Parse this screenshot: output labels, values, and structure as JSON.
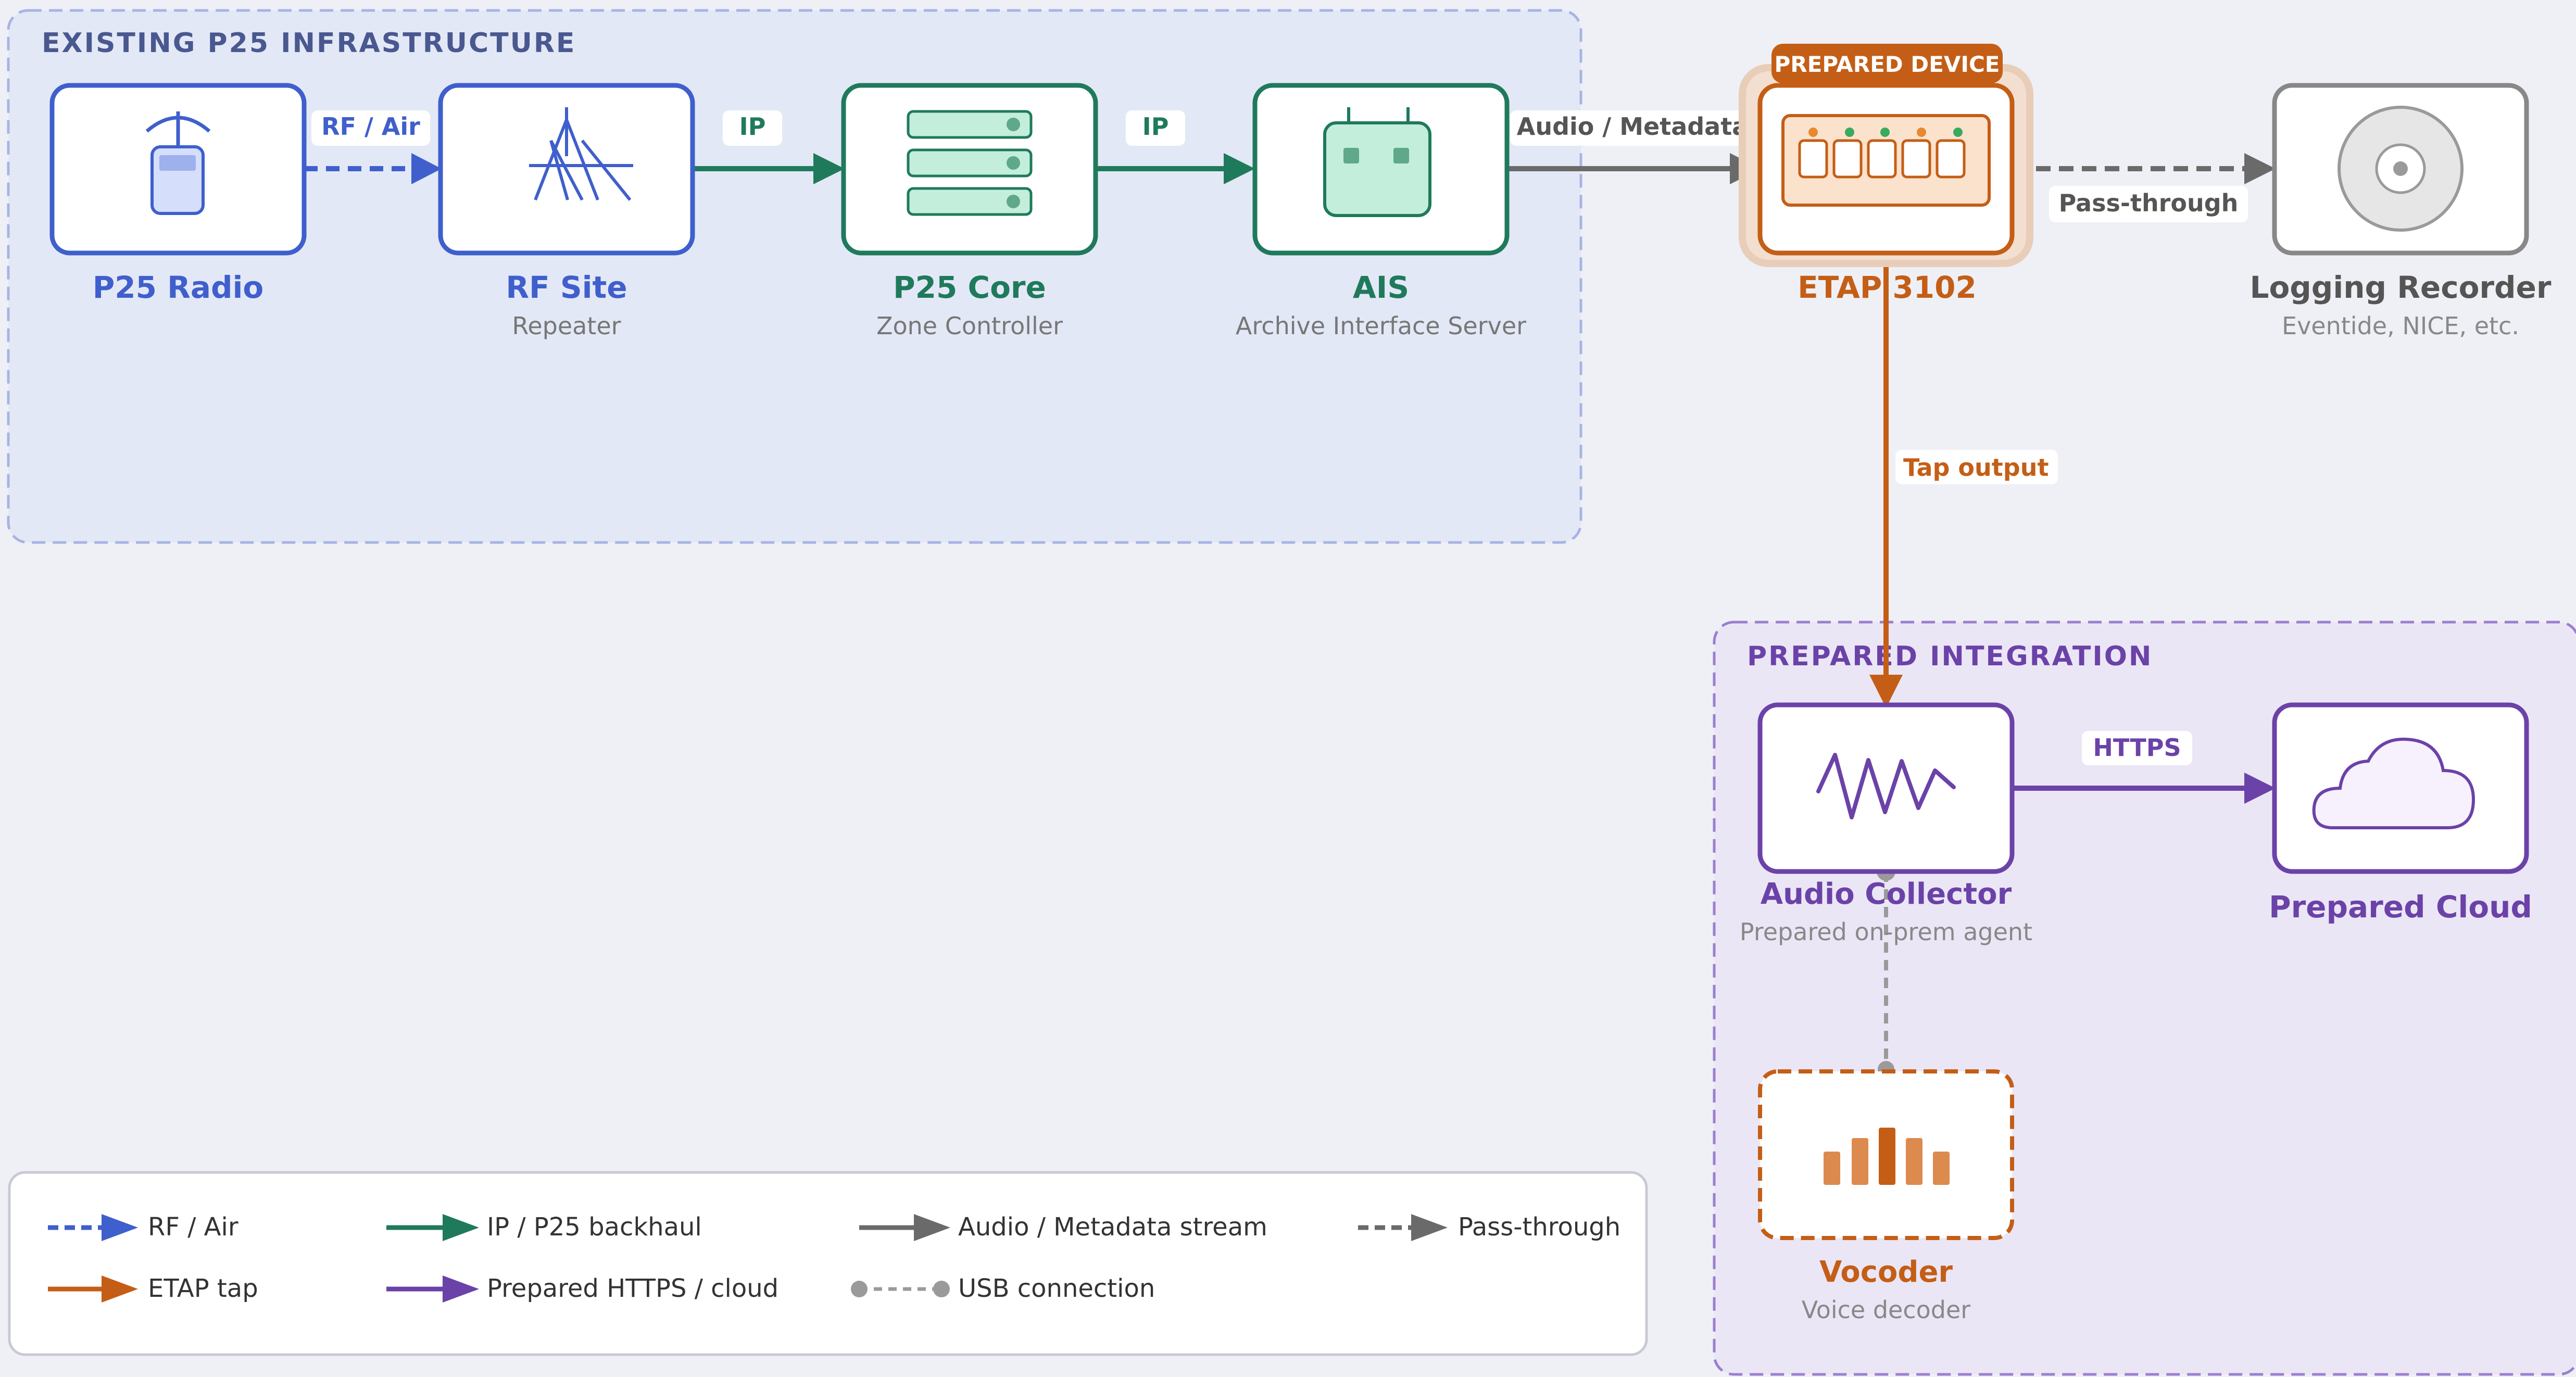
{
  "groups": {
    "existing": {
      "label": "EXISTING P25 INFRASTRUCTURE"
    },
    "integration": {
      "label": "PREPARED INTEGRATION"
    }
  },
  "nodes": {
    "radio": {
      "title": "P25 Radio",
      "subtitle": "",
      "icon": "radio-icon"
    },
    "rf_site": {
      "title": "RF Site",
      "subtitle": "Repeater",
      "icon": "tower-icon"
    },
    "core": {
      "title": "P25 Core",
      "subtitle": "Zone Controller",
      "icon": "server-icon"
    },
    "ais": {
      "title": "AIS",
      "subtitle": "Archive Interface Server",
      "icon": "device-icon"
    },
    "etap": {
      "title": "ETAP 3102",
      "badge": "PREPARED DEVICE",
      "icon": "network-tap-icon"
    },
    "recorder": {
      "title": "Logging Recorder",
      "subtitle": "Eventide, NICE, etc.",
      "icon": "disc-icon"
    },
    "collector": {
      "title": "Audio Collector",
      "subtitle": "Prepared on-prem agent",
      "icon": "waveform-icon"
    },
    "cloud": {
      "title": "Prepared Cloud",
      "subtitle": "",
      "icon": "cloud-icon"
    },
    "vocoder": {
      "title": "Vocoder",
      "subtitle": "Voice decoder",
      "icon": "equalizer-icon"
    }
  },
  "edges": {
    "radio_rf": "RF / Air",
    "rf_core": "IP",
    "core_ais": "IP",
    "ais_etap": "Audio / Metadata",
    "etap_recorder": "Pass-through",
    "etap_collector": "Tap output",
    "collector_cloud": "HTTPS"
  },
  "legend": [
    {
      "label": "RF / Air",
      "style": "rf"
    },
    {
      "label": "IP / P25 backhaul",
      "style": "ip"
    },
    {
      "label": "Audio / Metadata stream",
      "style": "audio"
    },
    {
      "label": "Pass-through",
      "style": "pass"
    },
    {
      "label": "ETAP tap",
      "style": "tap"
    },
    {
      "label": "Prepared HTTPS / cloud",
      "style": "https"
    },
    {
      "label": "USB connection",
      "style": "usb"
    }
  ],
  "colors": {
    "background": "#eff0f6",
    "rf": "#3f5fcc",
    "ip": "#1f7a5c",
    "audio": "#6a6a6a",
    "tap": "#c45e16",
    "prepared": "#6b42a8",
    "usb": "#9a9a9a",
    "existing_fill": "#e3e8f6",
    "integration_fill": "#ebe6f5"
  }
}
